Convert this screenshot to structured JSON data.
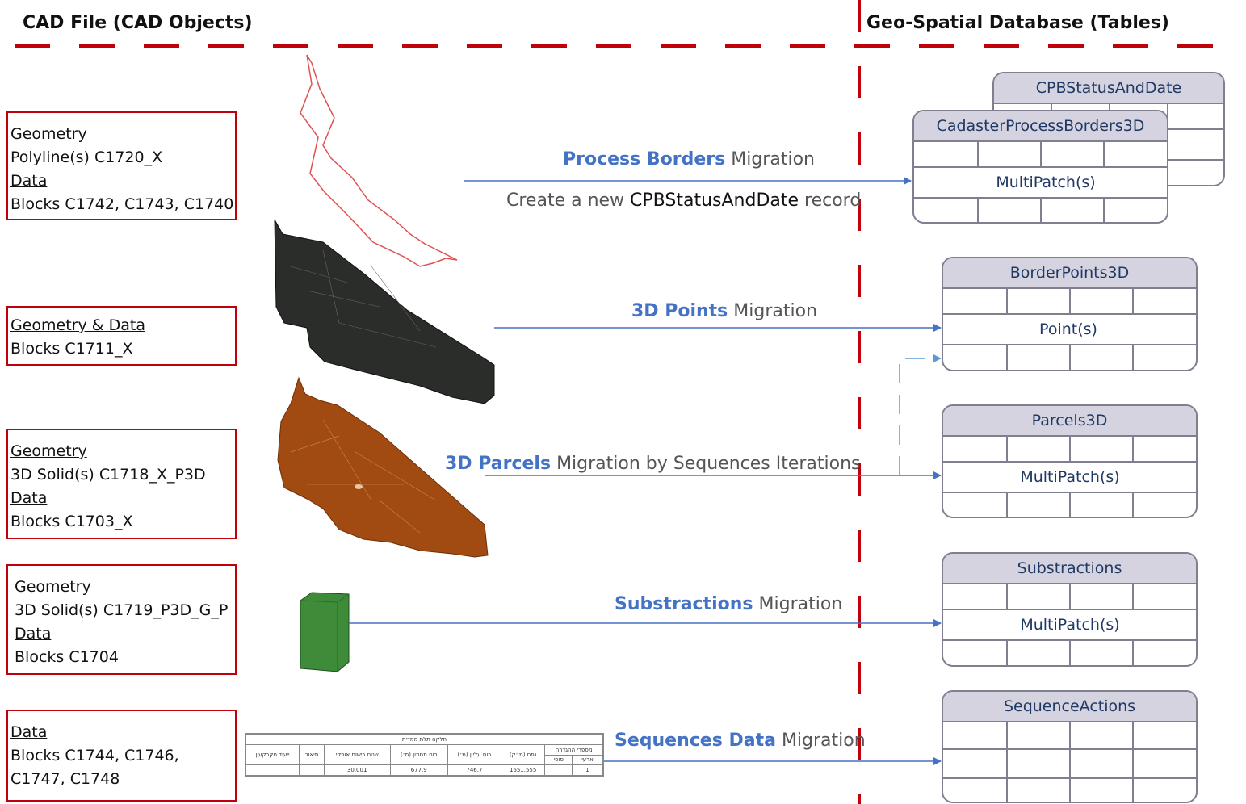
{
  "headers": {
    "left": "CAD File (CAD Objects)",
    "right": "Geo-Spatial Database (Tables)"
  },
  "cad_boxes": [
    {
      "lines": [
        {
          "text": "Geometry",
          "underline": true
        },
        {
          "text": "Polyline(s) C1720_X",
          "underline": false
        },
        {
          "text": "Data",
          "underline": true
        },
        {
          "text": "Blocks C1742, C1743, C1740",
          "underline": false
        }
      ]
    },
    {
      "lines": [
        {
          "text": "Geometry & Data",
          "underline": true
        },
        {
          "text": "Blocks C1711_X",
          "underline": false
        }
      ]
    },
    {
      "lines": [
        {
          "text": "Geometry",
          "underline": true
        },
        {
          "text": "3D Solid(s) C1718_X_P3D",
          "underline": false
        },
        {
          "text": "Data",
          "underline": true
        },
        {
          "text": "Blocks C1703_X",
          "underline": false
        }
      ]
    },
    {
      "lines": [
        {
          "text": "Geometry",
          "underline": true
        },
        {
          "text": "3D Solid(s) C1719_P3D_G_P",
          "underline": false
        },
        {
          "text": "Data",
          "underline": true
        },
        {
          "text": "Blocks C1704",
          "underline": false
        }
      ]
    },
    {
      "lines": [
        {
          "text": "Data",
          "underline": true
        },
        {
          "text": "Blocks C1744, C1746,",
          "underline": false
        },
        {
          "text": "C1747, C1748",
          "underline": false
        }
      ]
    }
  ],
  "migrations": [
    {
      "bold": "Process Borders",
      "rest": "Migration"
    },
    {
      "bold": "3D Points",
      "rest": "Migration"
    },
    {
      "bold": "3D Parcels",
      "rest": "Migration by Sequences Iterations"
    },
    {
      "bold": "Substractions",
      "rest": "Migration"
    },
    {
      "bold": "Sequences Data",
      "rest": "Migration"
    }
  ],
  "note": {
    "before": "Create a new",
    "highlight": "CPBStatusAndDate",
    "after": "record"
  },
  "tables": {
    "cpb_status": {
      "title": "CPBStatusAndDate",
      "content": ""
    },
    "cadaster": {
      "title": "CadasterProcessBorders3D",
      "content": "MultiPatch(s)"
    },
    "border_points": {
      "title": "BorderPoints3D",
      "content": "Point(s)"
    },
    "parcels": {
      "title": "Parcels3D",
      "content": "MultiPatch(s)"
    },
    "substractions": {
      "title": "Substractions",
      "content": "MultiPatch(s)"
    },
    "sequence_actions": {
      "title": "SequenceActions",
      "content": ""
    }
  },
  "sequence_table": {
    "caption": "חלקה תלת ממדית",
    "headers": [
      "ייעוד מקרקעין",
      "תיאור",
      "שטח רישום אופקי",
      "רום תחתון (מ׳)",
      "רום עליון (מ׳)",
      "נפח (מ״ק)",
      "מספרי ההגדרה"
    ],
    "subheaders": [
      "ארעי",
      "סופי"
    ],
    "values": [
      "",
      "",
      "30.001",
      "677.9",
      "746.7",
      "1651.555",
      "1",
      ""
    ]
  },
  "colors": {
    "red_dash": "#c0000b",
    "arrow_blue": "#4472c4",
    "table_header": "#d5d3e0",
    "table_border": "#7f7f8f",
    "table_text": "#1f3864",
    "parcel_orange": "#a14a12",
    "solid_dark": "#2b2d2a",
    "green_block": "#3e8c3a"
  }
}
